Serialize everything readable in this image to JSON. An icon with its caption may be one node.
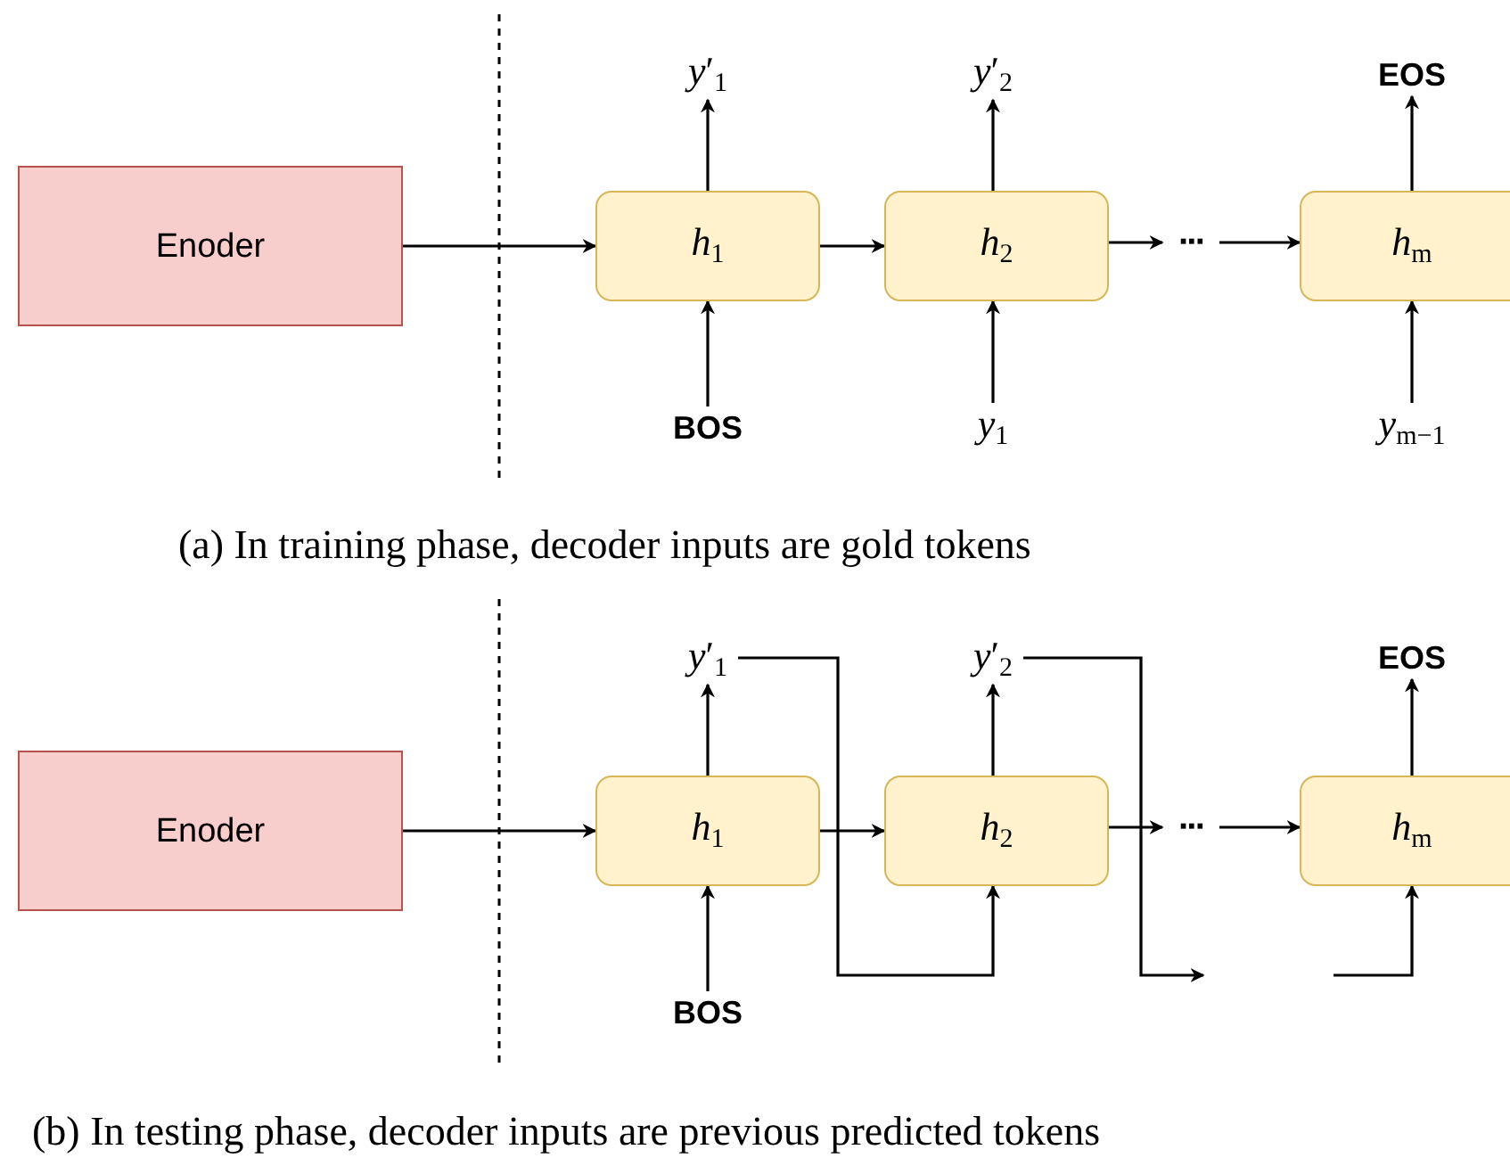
{
  "diagram": {
    "nodes": [
      {
        "text": [
          "Enoder"
        ]
      },
      {
        "text": [
          "*h*$_{1}$"
        ]
      },
      {
        "text": [
          "*h*$_{2}$"
        ]
      },
      {
        "text": [
          "···"
        ]
      },
      {
        "text": [
          "*h*$_{m}$"
        ]
      },
      {
        "text": [
          "*y*′$_{1}$"
        ]
      },
      {
        "text": [
          "*y*′$_{2}$"
        ]
      },
      {
        "text": [
          "EOS"
        ]
      },
      {
        "text": [
          "BOS"
        ]
      },
      {
        "text": [
          "*y*$_{1}$"
        ]
      },
      {
        "text": [
          "*y*$_{m−1}$"
        ]
      },
      {
        "text": [
          "Enoder"
        ]
      },
      {
        "text": [
          "*h*$_{1}$"
        ]
      },
      {
        "text": [
          "*h*$_{2}$"
        ]
      },
      {
        "text": [
          "···"
        ]
      },
      {
        "text": [
          "*h*$_{m}$"
        ]
      },
      {
        "text": [
          "*y*′$_{1}$"
        ]
      },
      {
        "text": [
          "*y*′$_{2}$"
        ]
      },
      {
        "text": [
          "EOS"
        ]
      },
      {
        "text": [
          "BOS"
        ]
      }
    ],
    "edges": [
      {
        "from": 0,
        "to": 1,
        "arrow": "to"
      },
      {
        "from": 1,
        "to": 2,
        "arrow": "to"
      },
      {
        "from": 2,
        "to": 3,
        "arrow": "to"
      },
      {
        "from": 3,
        "to": 4,
        "arrow": "to"
      },
      {
        "from": 1,
        "to": 5,
        "arrow": "to"
      },
      {
        "from": 2,
        "to": 6,
        "arrow": "to"
      },
      {
        "from": 4,
        "to": 7,
        "arrow": "to"
      },
      {
        "from": 8,
        "to": 1,
        "arrow": "to"
      },
      {
        "from": 9,
        "to": 2,
        "arrow": "to"
      },
      {
        "from": 10,
        "to": 4,
        "arrow": "to"
      },
      {
        "from": 11,
        "to": 12,
        "arrow": "to"
      },
      {
        "from": 12,
        "to": 13,
        "arrow": "to"
      },
      {
        "from": 13,
        "to": 14,
        "arrow": "to"
      },
      {
        "from": 14,
        "to": 15,
        "arrow": "to"
      },
      {
        "from": 12,
        "to": 16,
        "arrow": "to"
      },
      {
        "from": 13,
        "to": 17,
        "arrow": "to"
      },
      {
        "from": 15,
        "to": 18,
        "arrow": "to"
      },
      {
        "from": 19,
        "to": 12,
        "arrow": "to"
      },
      {
        "from": 16,
        "to": 13,
        "arrow": "to"
      },
      {
        "from": 17,
        "to": null,
        "arrow": "to"
      },
      {
        "from": null,
        "to": 15,
        "arrow": "to"
      }
    ],
    "labels": [
      "(a) In training phase, decoder inputs are gold tokens",
      "(b) In testing phase, decoder inputs are previous predicted tokens"
    ]
  }
}
